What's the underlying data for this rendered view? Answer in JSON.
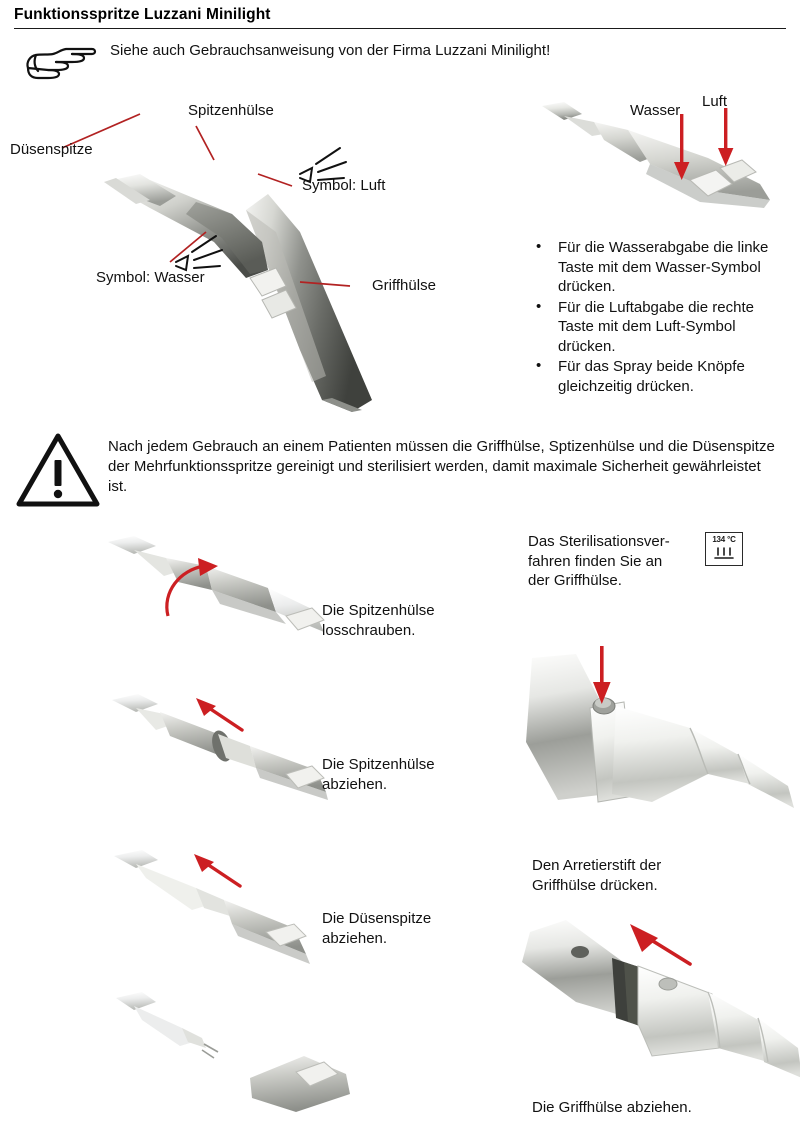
{
  "document": {
    "title": "Funktionsspritze Luzzani Minilight",
    "intro_note": "Siehe auch Gebrauchsanweisung von der Firma Luzzani Minilight!",
    "intro_icon": "pointing-hand-icon"
  },
  "accent": {
    "red": "#cc1f22",
    "leader_red": "#b22222",
    "ink": "#111111"
  },
  "main_diagram": {
    "labels": [
      {
        "id": "duesenspitze",
        "text": "Düsenspitze"
      },
      {
        "id": "spitzenhuelse",
        "text": "Spitzenhülse"
      },
      {
        "id": "symbol-luft",
        "text": "Symbol: Luft"
      },
      {
        "id": "symbol-wasser",
        "text": "Symbol: Wasser"
      },
      {
        "id": "griffhuelse",
        "text": "Griffhülse"
      }
    ]
  },
  "button_diagram": {
    "labels": [
      {
        "id": "wasser",
        "text": "Wasser"
      },
      {
        "id": "luft",
        "text": "Luft"
      }
    ]
  },
  "operation": {
    "bullets": [
      "Für die Wasserabgabe die linke Taste mit dem Wasser-Symbol drücken.",
      "Für die Luftabgabe die rechte Taste mit dem Luft-Symbol drücken.",
      "Für das Spray beide Knöpfe gleichzeitig drücken."
    ],
    "bullet_marker": "•"
  },
  "warning": {
    "icon": "warning-triangle-icon",
    "text": "Nach jedem Gebrauch an einem Patienten müssen die Griffhülse, Sptizenhülse und die Düsenspitze der Mehrfunktionsspritze gereinigt und sterilisiert werden, damit maximale Sicherheit gewährleistet ist."
  },
  "sterilization": {
    "note": "Das Sterilisationsver-\nfahren finden Sie an\nder Griffhülse.",
    "note_lines": [
      "Das Sterilisationsver-",
      "fahren finden Sie an",
      "der Griffhülse."
    ],
    "symbol_temperature": "134 °C",
    "symbol_name": "autoclave-134c-icon"
  },
  "steps_left": [
    {
      "id": "step-unscrew",
      "lines": [
        "Die Spitzenhülse",
        "losschrauben."
      ],
      "arrow": "curved-rotation-arrow"
    },
    {
      "id": "step-pull-sleeve",
      "lines": [
        "Die Spitzenhülse",
        "abziehen."
      ],
      "arrow": "diagonal-arrow"
    },
    {
      "id": "step-pull-nozzle",
      "lines": [
        "Die Düsenspitze",
        "abziehen."
      ],
      "arrow": "diagonal-arrow"
    }
  ],
  "steps_right": [
    {
      "id": "step-press-pin",
      "lines": [
        "Den Arretierstift der",
        "Griffhülse drücken."
      ],
      "arrow": "down-arrow"
    },
    {
      "id": "step-pull-handle",
      "lines": [
        "Die Griffhülse abziehen."
      ],
      "arrow": "diagonal-arrow"
    }
  ]
}
